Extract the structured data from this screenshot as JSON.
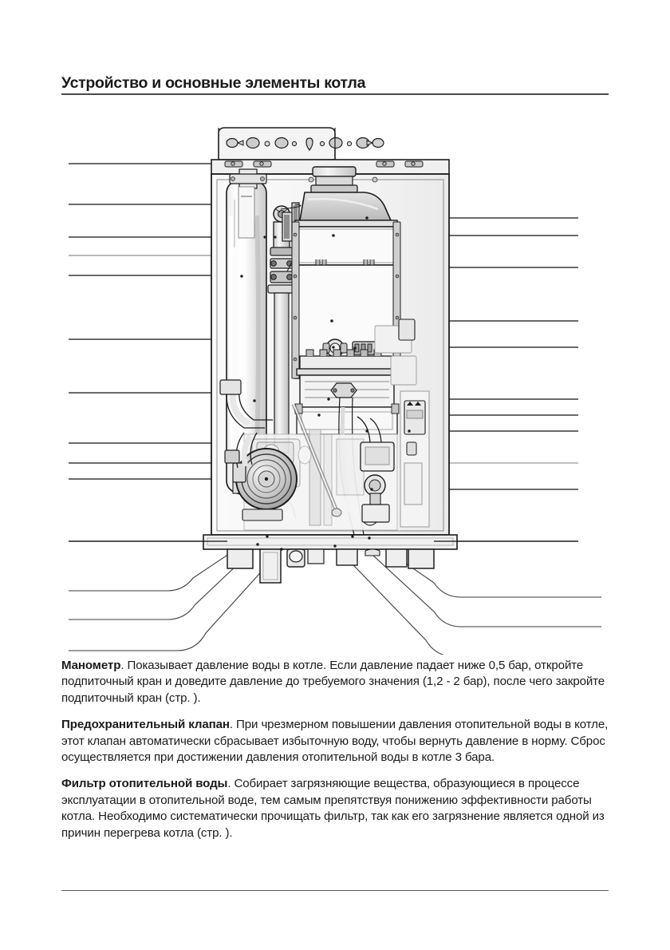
{
  "header": {
    "title": "Устройство и основные элементы котла"
  },
  "diagram": {
    "name": "boiler-cutaway-diagram",
    "caption": "",
    "components": [
      {
        "id": "mounting-bracket",
        "label": ""
      },
      {
        "id": "expansion-vessel",
        "label": ""
      },
      {
        "id": "gas-valve-assembly",
        "label": ""
      },
      {
        "id": "flue-outlet",
        "label": ""
      },
      {
        "id": "heat-exchanger-cover",
        "label": ""
      },
      {
        "id": "combustion-chamber",
        "label": ""
      },
      {
        "id": "burner-manifold",
        "label": ""
      },
      {
        "id": "burner-injectors",
        "label": ""
      },
      {
        "id": "circulation-pump",
        "label": ""
      },
      {
        "id": "three-way-valve",
        "label": ""
      },
      {
        "id": "control-board",
        "label": ""
      },
      {
        "id": "pressure-gauge",
        "label": ""
      },
      {
        "id": "safety-valve",
        "label": ""
      },
      {
        "id": "heating-water-filter",
        "label": ""
      },
      {
        "id": "bottom-connections",
        "label": ""
      }
    ],
    "leader_lines": {
      "left_x_start": 16,
      "left_count": 11,
      "right_x_end": 655,
      "right_count": 11,
      "bottom_count": 6
    }
  },
  "content": {
    "paragraphs": [
      {
        "id": "manometer",
        "bold": "Манометр",
        "rest": ". Показывает давление воды в котле. Если давление падает ниже 0,5 бар, откройте подпиточный кран и доведите давление до требуемого значения (1,2 - 2 бар), после чего закройте подпиточный кран (стр.    )."
      },
      {
        "id": "safety-valve",
        "bold": "Предохранительный клапан",
        "rest": ". При чрезмерном повышении давления отопительной воды в котле, этот клапан автоматически сбрасывает избыточную воду, чтобы вернуть давление в норму. Сброс осуществляется при достижении давления отопительной воды в котле 3 бара."
      },
      {
        "id": "heating-water-filter",
        "bold": "Фильтр отопительной воды",
        "rest": ". Собирает загрязняющие вещества, образующиеся в процессе эксплуатации в отопительной воде, тем самым препятствуя понижению эффективности работы котла. Необходимо систематически прочищать фильтр, так как его загрязнение является одной из причин перегрева котла (стр.    )."
      }
    ]
  },
  "colors": {
    "text": "#1b1b1b",
    "rule": "#4a4a4a",
    "line": "#1a1a1a",
    "metal_light": "#f2f2f2",
    "metal_mid": "#d8d8d8",
    "metal_dark": "#a9a9a9"
  }
}
